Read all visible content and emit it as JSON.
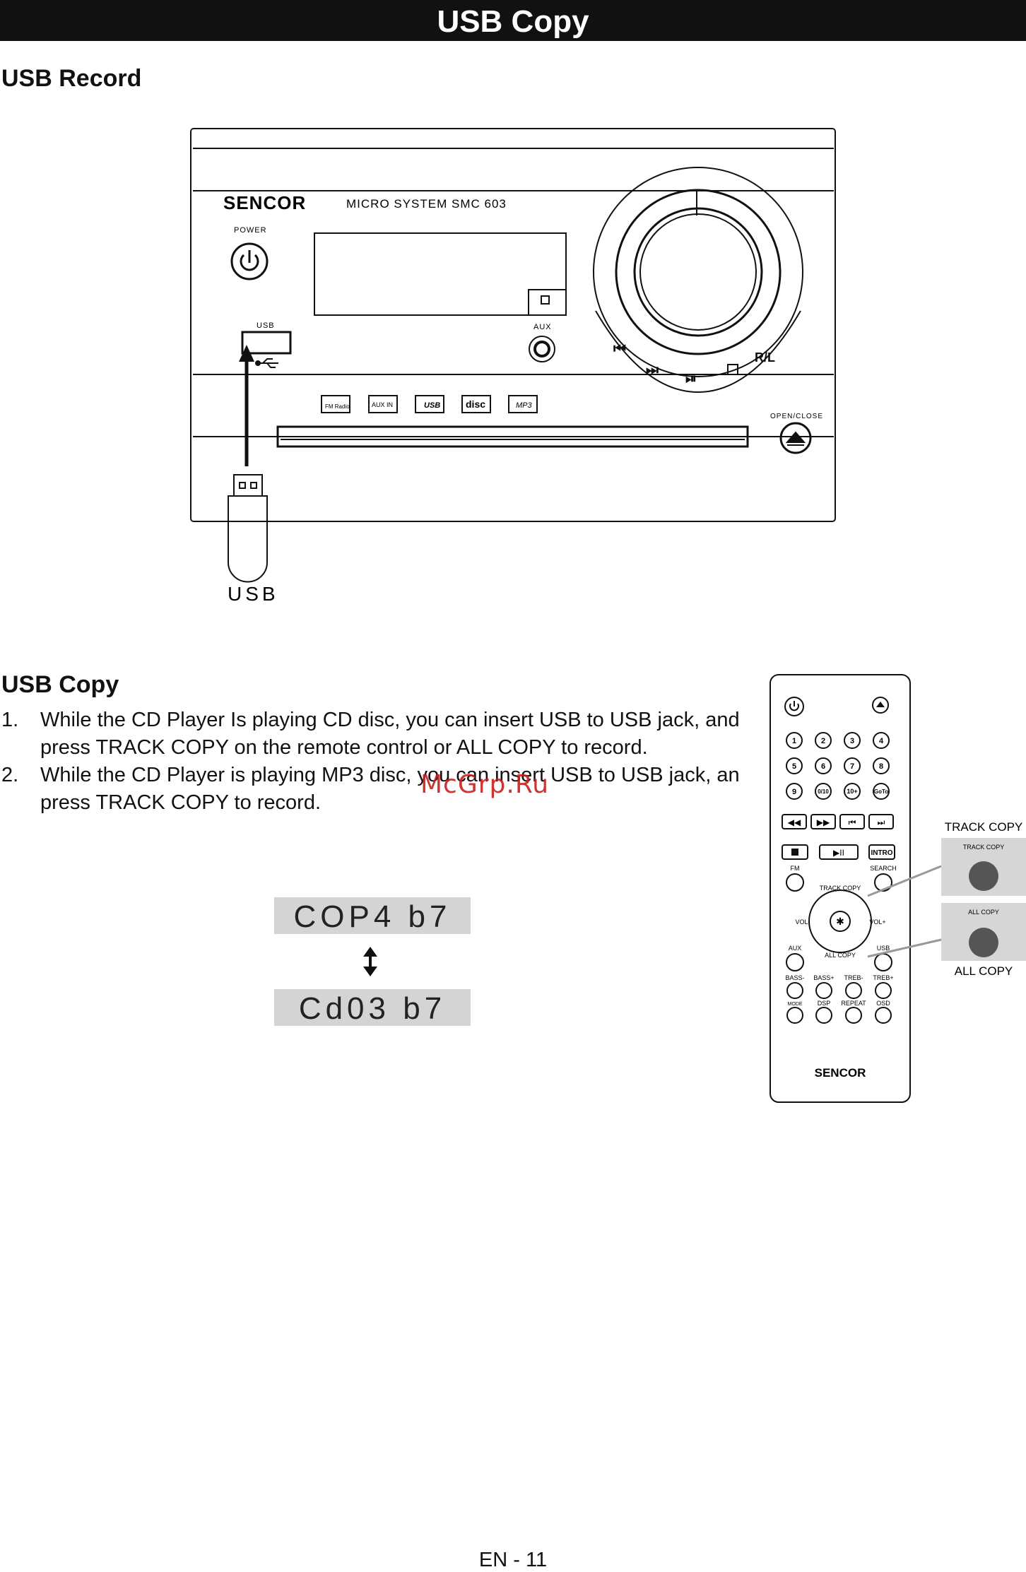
{
  "header": {
    "title": "USB Copy"
  },
  "section_record": {
    "heading": "USB Record"
  },
  "device": {
    "brand": "SENCOR",
    "model": "MICRO SYSTEM   SMC 603",
    "power_label": "POWER",
    "usb_label": "USB",
    "aux_label": "AUX",
    "open_close_label": "OPEN/CLOSE",
    "badges": [
      "FM Radio",
      "AUX IN",
      "USB",
      "disc",
      "MP3"
    ],
    "rl_label": "R/L",
    "usb_stick_label": "USB"
  },
  "section_copy": {
    "heading": "USB Copy",
    "steps": [
      {
        "num": "1.",
        "text": "While the CD Player Is playing CD disc, you can insert USB to USB jack, and press TRACK COPY on the remote control or ALL COPY to record."
      },
      {
        "num": "2.",
        "text": "While the CD Player is playing MP3 disc, you can insert USB to USB jack, an press TRACK COPY to record."
      }
    ]
  },
  "display": {
    "top": "COP4 b7",
    "bottom": "Cd03 b7"
  },
  "remote": {
    "numbers": [
      "1",
      "2",
      "3",
      "4",
      "5",
      "6",
      "7",
      "8",
      "9",
      "0/10",
      "10+",
      "GoTo"
    ],
    "intro": "INTRO",
    "fm": "FM",
    "search": "SEARCH",
    "track_copy": "TRACK COPY",
    "vol_minus": "VOL-",
    "vol_plus": "VOL+",
    "all_copy": "ALL COPY",
    "aux": "AUX",
    "usb": "USB",
    "row_labels_1": [
      "BASS-",
      "BASS+",
      "TREB-",
      "TREB+"
    ],
    "row_labels_2": [
      "MODE",
      "DSP",
      "REPEAT",
      "OSD"
    ],
    "brand": "SENCOR",
    "callout_track": "TRACK COPY",
    "callout_track_inner": "TRACK COPY",
    "callout_all": "ALL COPY",
    "callout_all_inner": "ALL COPY"
  },
  "watermark": "McGrp.Ru",
  "footer": {
    "page": "EN - 11"
  }
}
